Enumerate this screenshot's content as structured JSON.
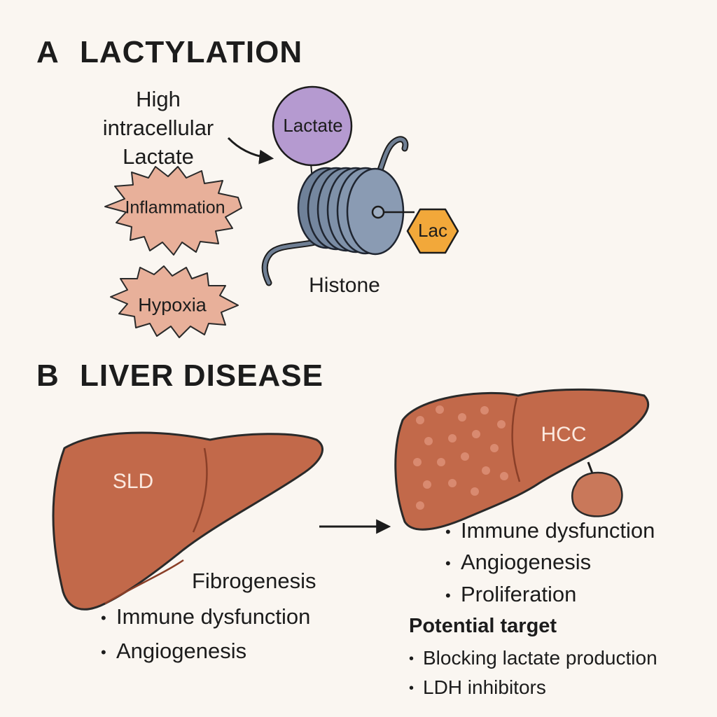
{
  "panel_a": {
    "letter": "A",
    "title": "LACTYLATION",
    "trigger_label": [
      "High",
      "intracellular",
      "Lactate"
    ],
    "inflammation": "Inflammation",
    "hypoxia": "Hypoxia",
    "lactate_node": "Lactate",
    "lac_hex": "Lac",
    "histone": "Histone"
  },
  "panel_b": {
    "letter": "B",
    "title": "LIVER DISEASE",
    "sld": {
      "label": "SLD",
      "process": "Fibrogenesis",
      "bullets": [
        "Immune dysfunction",
        "Angiogenesis"
      ]
    },
    "hcc": {
      "label": "HCC",
      "bullets": [
        "Immune dysfunction",
        "Angiogenesis",
        "Proliferation"
      ]
    },
    "target": {
      "heading": "Potential target",
      "bullets": [
        "Blocking lactate production",
        "LDH inhibitors"
      ]
    }
  },
  "colors": {
    "background": "#faf6f1",
    "liver": "#c2694a",
    "starburst": "#e8b09a",
    "lactate": "#b59ad0",
    "lac_hex": "#f2a83a",
    "histone": "#7a8ea8"
  }
}
